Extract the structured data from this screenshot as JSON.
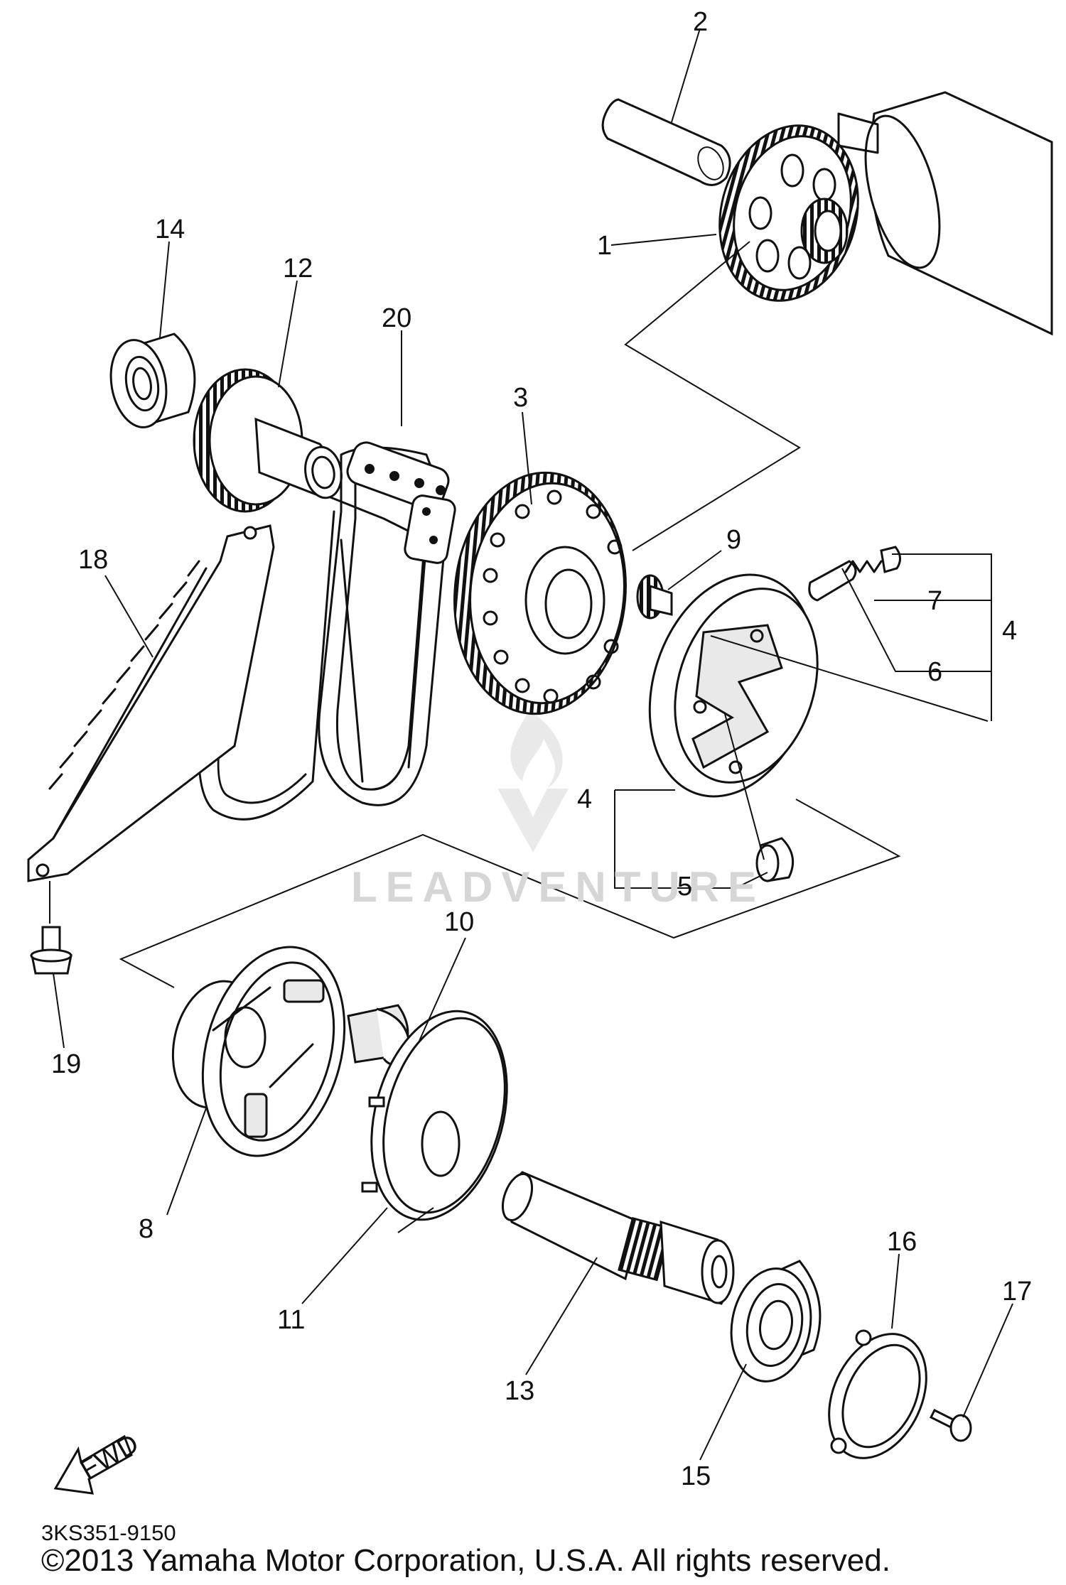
{
  "diagram": {
    "part_code": "3KS351-9150",
    "copyright": "©2013 Yamaha Motor Corporation, U.S.A. All rights reserved.",
    "watermark": "LEADVENTURE",
    "fwd_label": "FWD",
    "callouts": [
      {
        "id": "1",
        "label": "1"
      },
      {
        "id": "2",
        "label": "2"
      },
      {
        "id": "3",
        "label": "3"
      },
      {
        "id": "4a",
        "label": "4"
      },
      {
        "id": "4b",
        "label": "4"
      },
      {
        "id": "5",
        "label": "5"
      },
      {
        "id": "6",
        "label": "6"
      },
      {
        "id": "7",
        "label": "7"
      },
      {
        "id": "8",
        "label": "8"
      },
      {
        "id": "9",
        "label": "9"
      },
      {
        "id": "10",
        "label": "10"
      },
      {
        "id": "11",
        "label": "11"
      },
      {
        "id": "12",
        "label": "12"
      },
      {
        "id": "13",
        "label": "13"
      },
      {
        "id": "14",
        "label": "14"
      },
      {
        "id": "15",
        "label": "15"
      },
      {
        "id": "16",
        "label": "16"
      },
      {
        "id": "17",
        "label": "17"
      },
      {
        "id": "18",
        "label": "18"
      },
      {
        "id": "19",
        "label": "19"
      },
      {
        "id": "20",
        "label": "20"
      }
    ]
  }
}
